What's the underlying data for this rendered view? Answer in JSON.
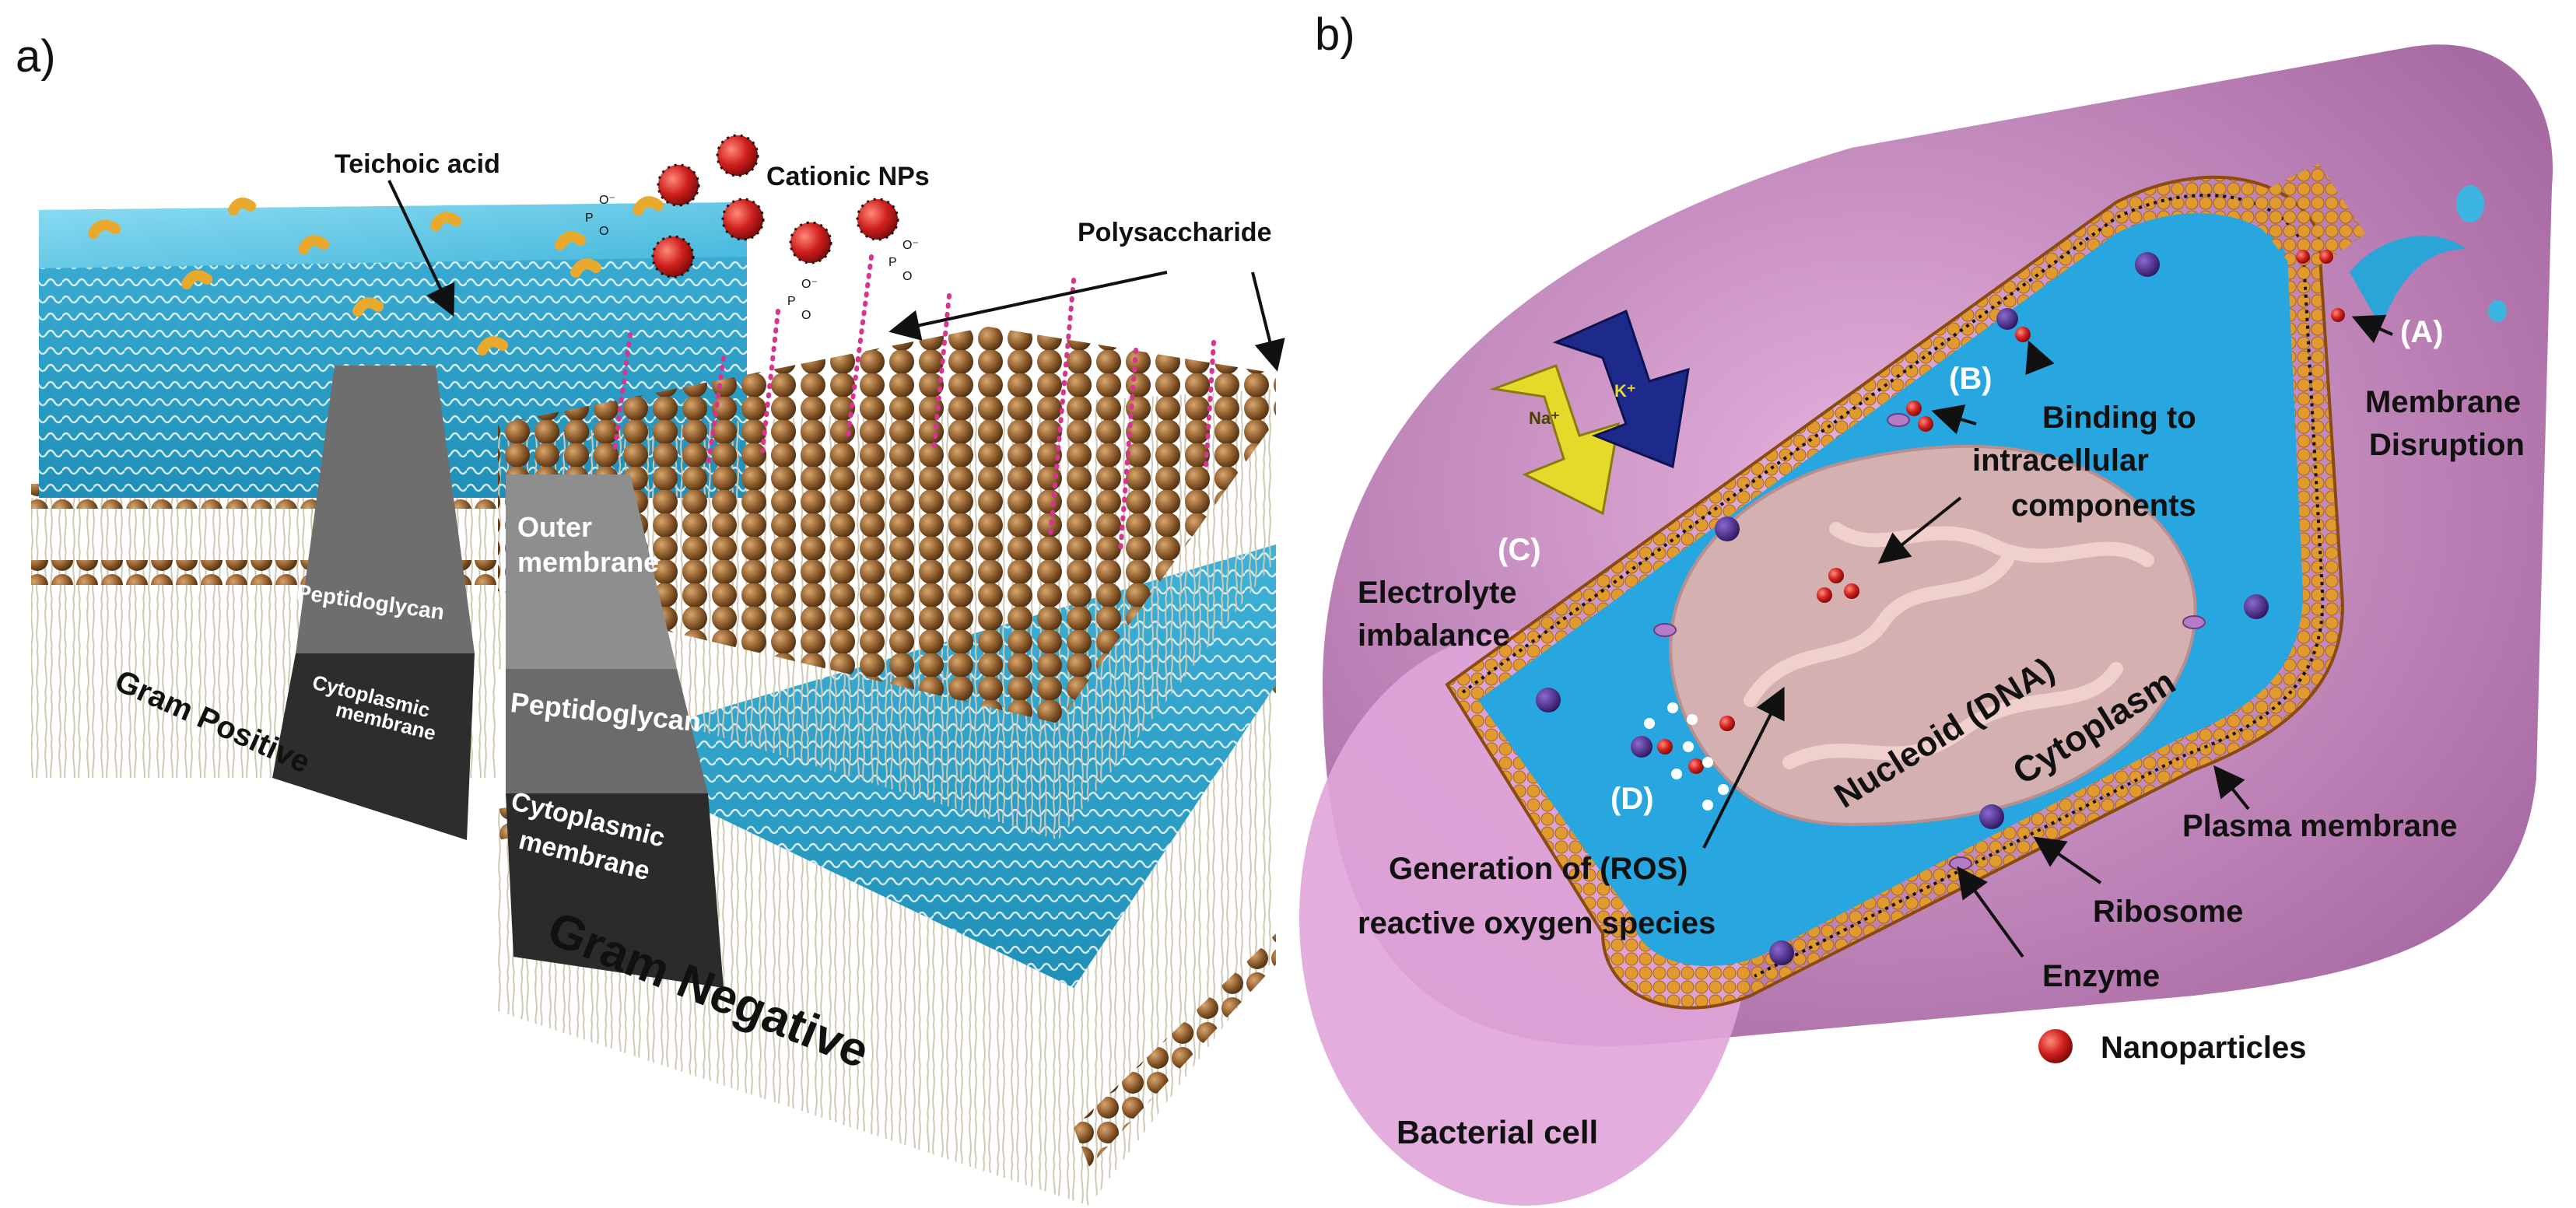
{
  "panel_a": {
    "tag": "a)",
    "labels": {
      "teichoic_acid": "Teichoic acid",
      "cationic_nps": "Cationic NPs",
      "polysaccharide": "Polysaccharide",
      "peptidoglycan_pos": "Peptidoglycan",
      "cytoplasmic_pos_1": "Cytoplasmic",
      "cytoplasmic_pos_2": "membrane",
      "gram_positive": "Gram Positive",
      "outer_membrane_1": "Outer",
      "outer_membrane_2": "membrane",
      "peptidoglycan_neg": "Peptidoglycan",
      "cytoplasmic_neg_1": "Cytoplasmic",
      "cytoplasmic_neg_2": "membrane",
      "gram_negative": "Gram Negative"
    },
    "phosphate_symbols": {
      "o_minus": "O⁻",
      "p": "P",
      "o": "O"
    }
  },
  "panel_b": {
    "tag": "b)",
    "labels": {
      "a": "(A)",
      "membrane_disruption_1": "Membrane",
      "membrane_disruption_2": "Disruption",
      "b": "(B)",
      "binding_1": "Binding to",
      "binding_2": "intracellular",
      "binding_3": "components",
      "c": "(C)",
      "electrolyte_1": "Electrolyte",
      "electrolyte_2": "imbalance",
      "d": "(D)",
      "ros_1": "Generation of (ROS)",
      "ros_2": "reactive oxygen species",
      "nucleoid": "Nucleoid (DNA)",
      "cytoplasm": "Cytoplasm",
      "plasma_membrane": "Plasma membrane",
      "ribosome": "Ribosome",
      "enzyme": "Enzyme",
      "nanoparticles": "Nanoparticles",
      "bacterial_cell": "Bacterial cell",
      "na_ion": "Na⁺",
      "k_ion": "K⁺"
    }
  },
  "colors": {
    "cyan": "#5ec8e6",
    "cyan_dark": "#2fa7cf",
    "brown": "#8a5a2b",
    "orange_lipid": "#e09a2d",
    "pink_cell": "#c58ac0",
    "cytoplasm_blue": "#27a6e0",
    "nanoparticle_red": "#d0201e",
    "ribosome_purple": "#4b2a8c",
    "nucleoid_pink": "#e7b2ad"
  }
}
